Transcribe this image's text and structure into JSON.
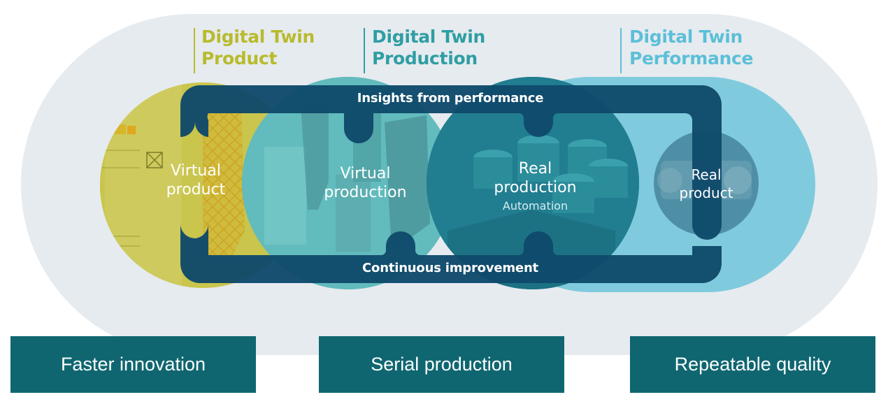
{
  "twins": [
    {
      "title": "Digital Twin\nProduct",
      "color": "#b8bb2d"
    },
    {
      "title": "Digital Twin\nProduction",
      "color": "#2f9ea3"
    },
    {
      "title": "Digital Twin\nPerformance",
      "color": "#5cbfd8"
    }
  ],
  "stages": {
    "virtual_product": "Virtual\nproduct",
    "virtual_production": "Virtual\nproduction",
    "real_production": "Real\nproduction",
    "real_production_sub": "Automation",
    "real_product": "Real\nproduct"
  },
  "loop": {
    "top_label": "Insights from performance",
    "bottom_label": "Continuous improvement",
    "color": "#0f4a6b"
  },
  "outcomes": [
    "Faster innovation",
    "Serial production",
    "Repeatable quality"
  ],
  "colors": {
    "background_pill": "#e6ebef",
    "outcome_box": "#0f6670"
  }
}
